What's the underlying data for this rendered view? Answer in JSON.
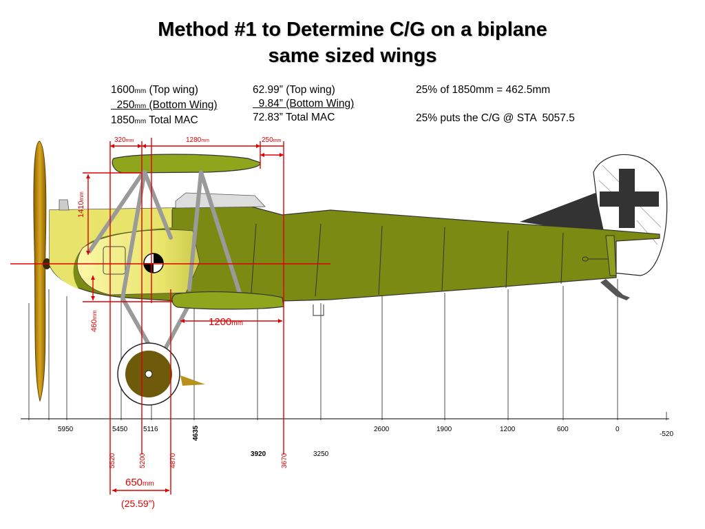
{
  "title": {
    "line1": "Method #1 to Determine C/G on a biplane",
    "line2": "same sized wings"
  },
  "mac_table": {
    "col_mm": [
      {
        "value": "1600",
        "unit": "mm",
        "text": " (Top wing)"
      },
      {
        "value": "  250",
        "unit": "mm",
        "text": " (Bottom Wing)"
      },
      {
        "value": "1850",
        "unit": "mm",
        "text": " Total MAC"
      }
    ],
    "col_in": [
      "62.99” (Top wing)",
      "  9.84” (Bottom Wing)",
      "72.83” Total MAC"
    ],
    "notes": [
      "25% of 1850mm = 462.5mm",
      "25% puts the C/G @ STA  5057.5"
    ]
  },
  "dimensions": {
    "top_320": {
      "value": "320",
      "unit": "mm"
    },
    "top_1280": {
      "value": "1280",
      "unit": "mm"
    },
    "top_250": {
      "value": "250",
      "unit": "mm"
    },
    "vert_1410": {
      "value": "1410",
      "unit": "mm"
    },
    "vert_460": {
      "value": "460",
      "unit": "mm"
    },
    "mid_1200": {
      "value": "1200",
      "unit": "mm"
    },
    "bottom_650": {
      "value": "650",
      "unit": "mm"
    },
    "bottom_650_in": "(25.59”)"
  },
  "stations": {
    "black": [
      "5950",
      "5450",
      "5116",
      "4635",
      "3920",
      "3250",
      "2600",
      "1900",
      "1200",
      "600",
      "0",
      "-520"
    ],
    "red": [
      "5520",
      "5200",
      "4870",
      "3670"
    ]
  },
  "colors": {
    "fuselage": "#7a8a12",
    "fuselage_dark": "#5f6c0a",
    "wing": "#8fa51c",
    "nose_highlight": "#f4f08a",
    "propeller": "#b8860b",
    "dimension_red": "#e00000",
    "strut": "#9a9a9a",
    "cross": "#333333"
  }
}
